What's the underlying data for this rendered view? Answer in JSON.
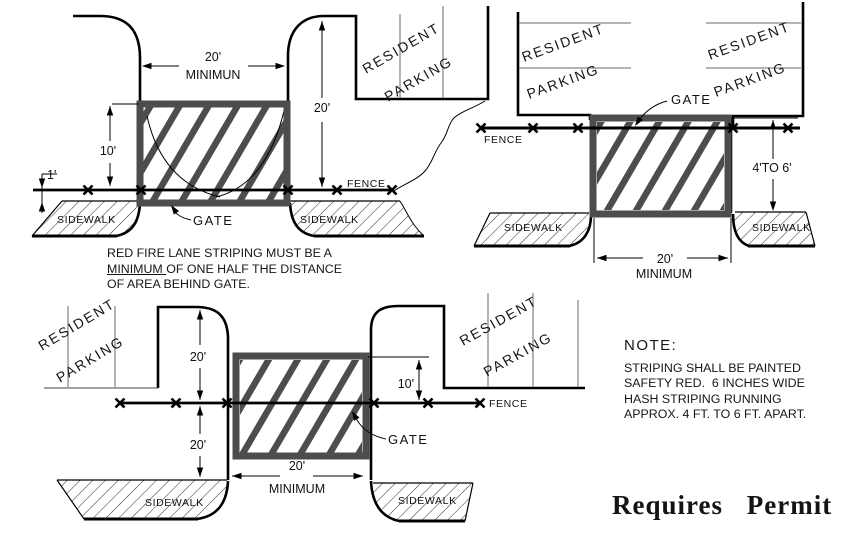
{
  "labels": {
    "resident": "RESIDENT",
    "parking": "PARKING",
    "fence": "FENCE",
    "sidewalk": "SIDEWALK",
    "gate": "GATE"
  },
  "d1": {
    "width": "20'",
    "width_note": "MINIMUN",
    "height": "20'",
    "stripe_depth": "10'",
    "offset": "1'"
  },
  "caption": {
    "line1": "RED FIRE LANE STRIPING MUST BE A",
    "line2_underline": "MINIMUM ",
    "line2_rest": "OF ONE HALF THE DISTANCE",
    "line3": "OF AREA BEHIND GATE."
  },
  "d2": {
    "height": "4'TO 6'",
    "width": "20'",
    "width_note": "MINIMUM"
  },
  "d3": {
    "dim_above": "20'",
    "dim_below": "20'",
    "stripe_depth": "10'",
    "width": "20'",
    "width_note": "MINIMUM"
  },
  "note": {
    "title": "NOTE:",
    "lines": [
      "STRIPING SHALL BE PAINTED",
      "SAFETY RED.  6 INCHES WIDE",
      "HASH STRIPING RUNNING",
      "APPROX. 4 FT. TO 6 FT. APART."
    ]
  },
  "permit": "Requires Permit",
  "colors": {
    "ink": "#000000",
    "gate_stripe": "#4d4d4d",
    "stall": "#6a6a6a"
  }
}
